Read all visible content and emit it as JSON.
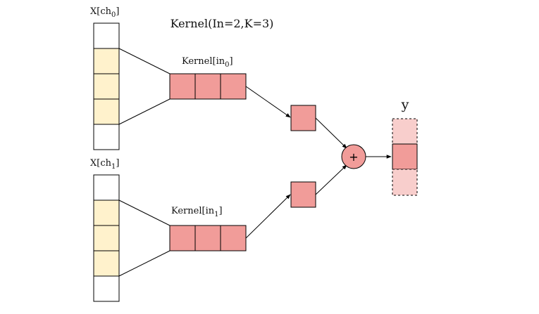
{
  "title": "Kernel(In=2,K=3)",
  "input0": {
    "label_main": "X[ch",
    "label_sub": "0",
    "label_close": "]"
  },
  "input1": {
    "label_main": "X[ch",
    "label_sub": "1",
    "label_close": "]"
  },
  "kernel0": {
    "label_main": "Kernel[in",
    "label_sub": "0",
    "label_close": "]"
  },
  "kernel1": {
    "label_main": "Kernel[in",
    "label_sub": "1",
    "label_close": "]"
  },
  "sum_symbol": "+",
  "output": {
    "label": "y"
  },
  "colors": {
    "input_cell": "#ffffff",
    "input_cell_active": "#fff2cc",
    "kernel_cell": "#f19c99",
    "output_dim": "#f8cecc",
    "stroke": "#000000"
  }
}
